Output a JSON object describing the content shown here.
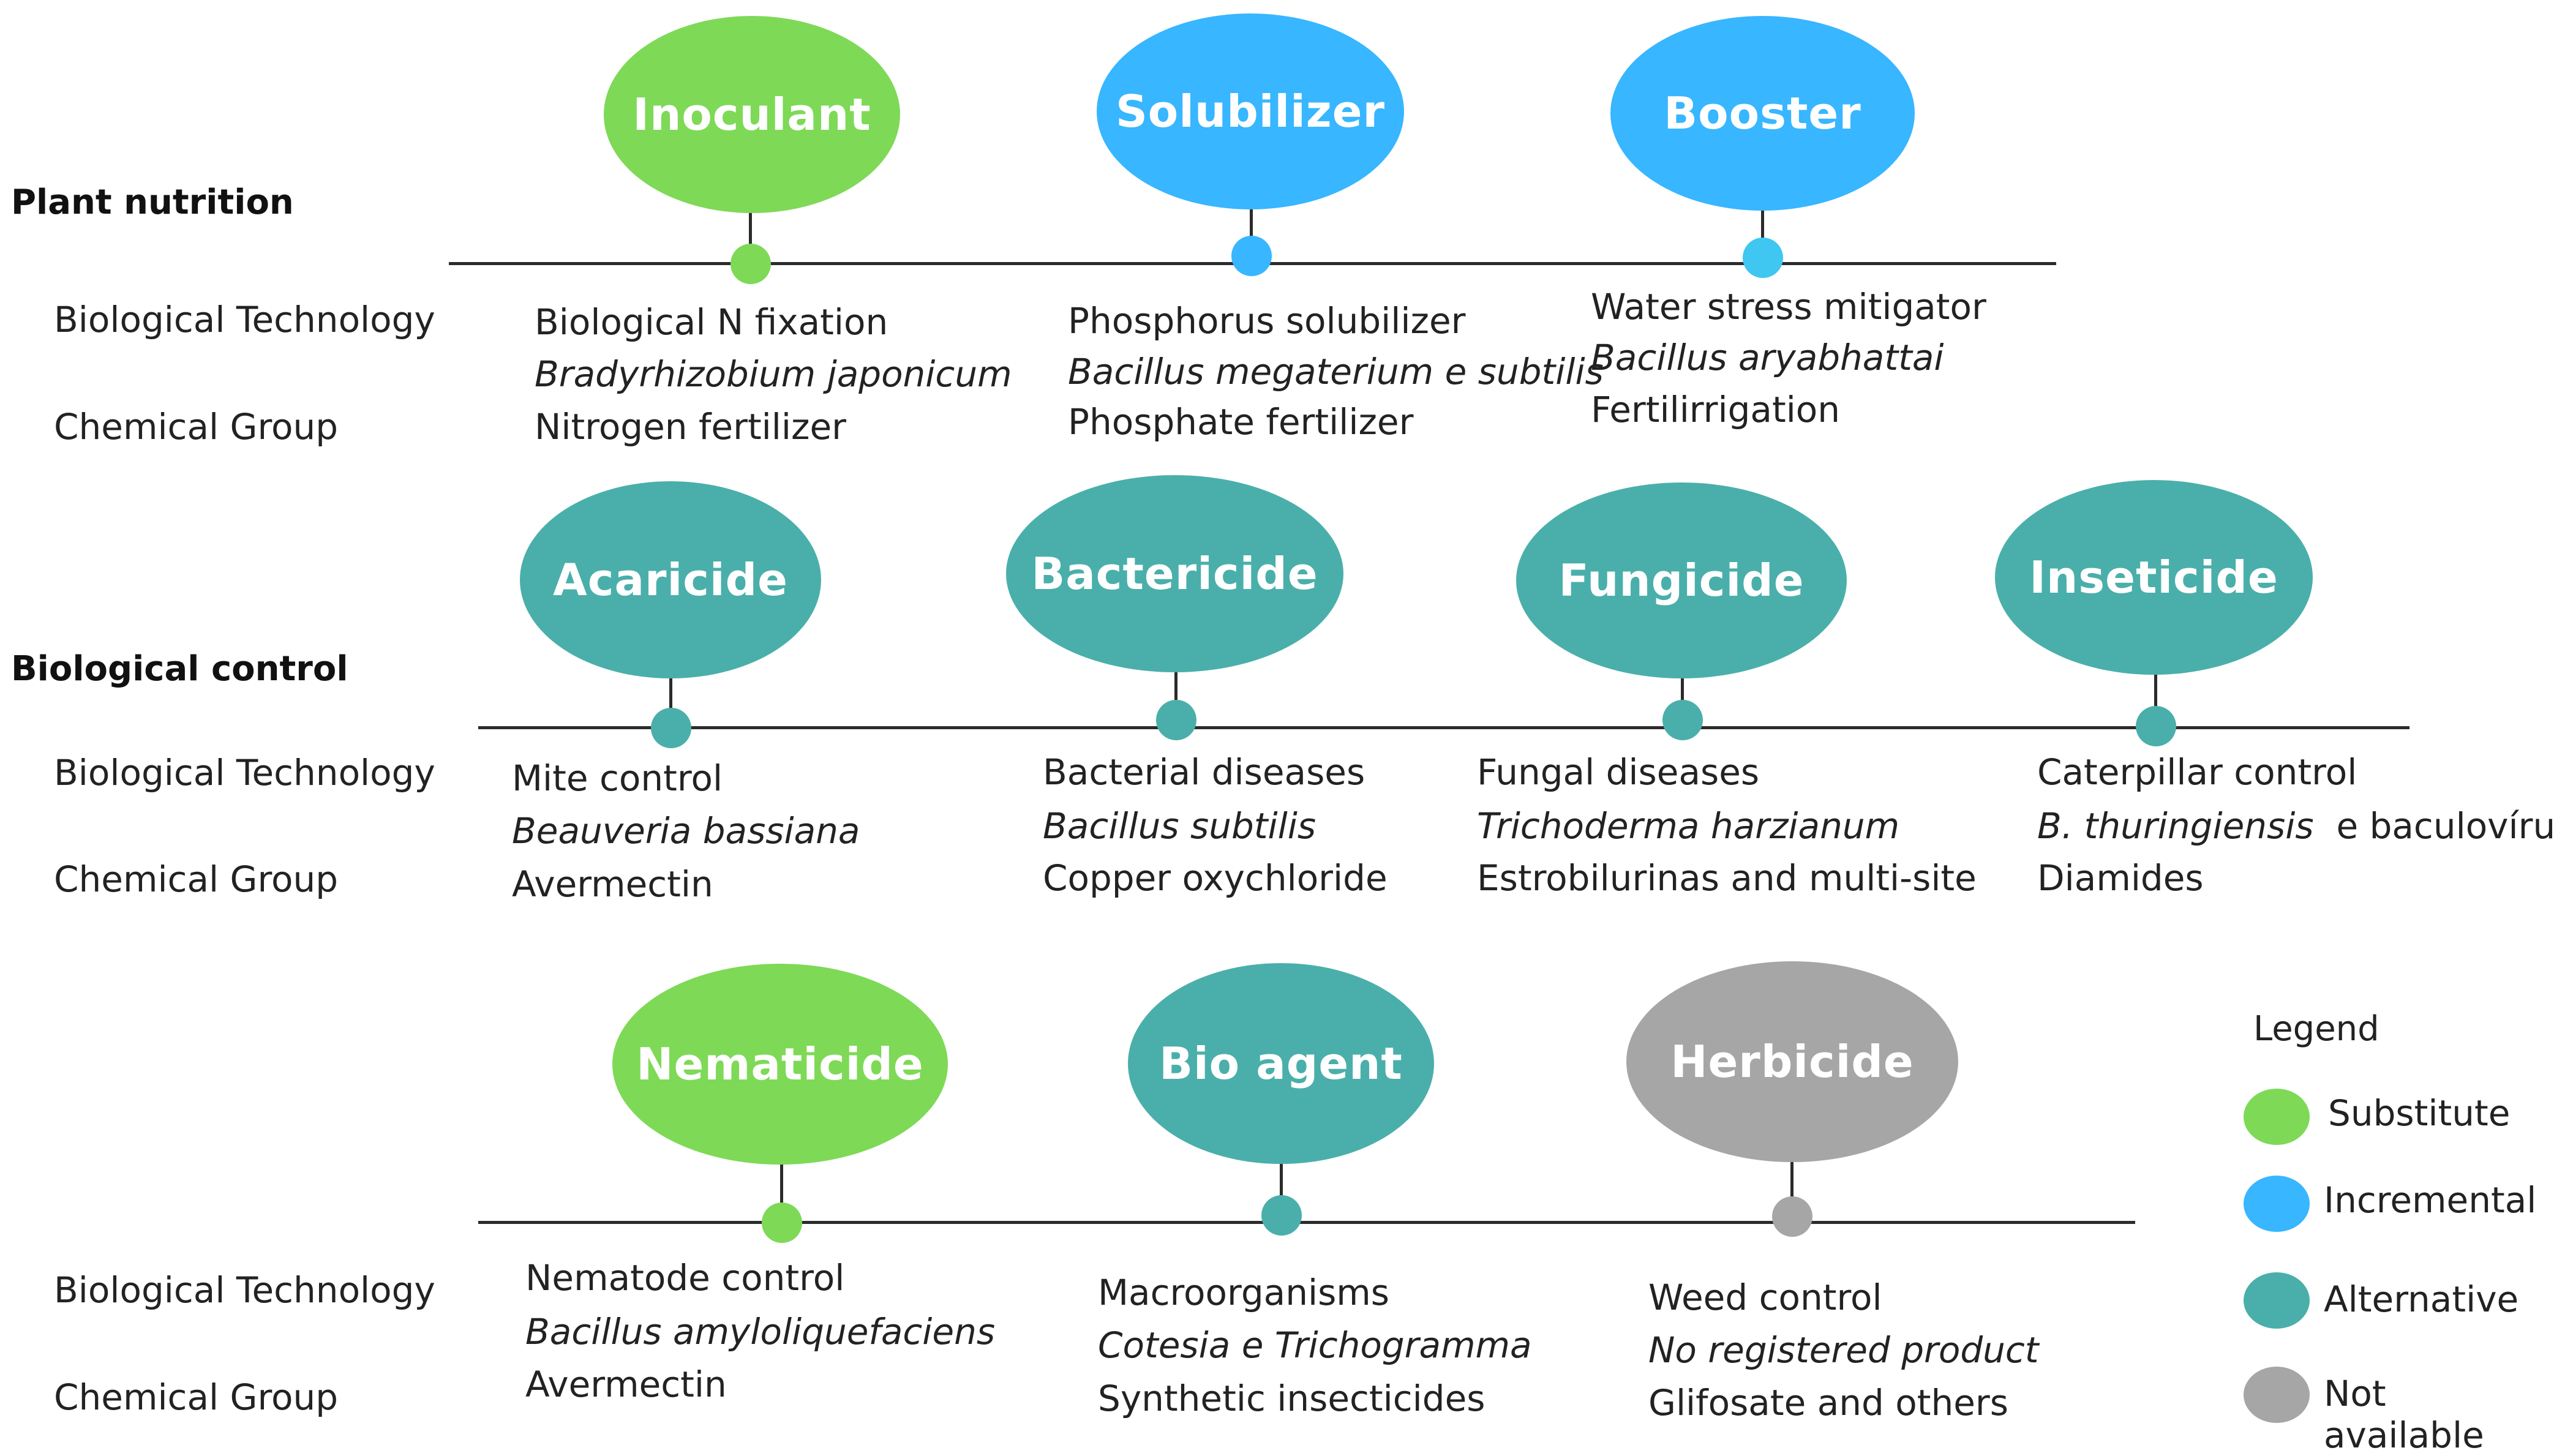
{
  "colors": {
    "substitute": "#7ed957",
    "incremental": "#38b6ff",
    "alternative": "#4aafaa",
    "not_available": "#a6a6a6",
    "booster_dot": "#3fc7f2"
  },
  "sections": {
    "plant_nutrition": "Plant nutrition",
    "biological_control": "Biological control"
  },
  "row_labels": {
    "bio_tech": "Biological Technology",
    "chem_group": "Chemical Group"
  },
  "nodes": {
    "inoculant": {
      "label": "Inoculant",
      "type": "substitute",
      "line1": "Biological N fixation",
      "line2": "Bradyrhizobium japonicum",
      "line3": "Nitrogen fertilizer"
    },
    "solubilizer": {
      "label": "Solubilizer",
      "type": "incremental",
      "line1": "Phosphorus solubilizer",
      "line2": "Bacillus megaterium e subtilis",
      "line3": "Phosphate fertilizer"
    },
    "booster": {
      "label": "Booster",
      "type": "incremental",
      "line1": "Water stress mitigator",
      "line2": "Bacillus aryabhattai",
      "line3": "Fertilirrigation"
    },
    "acaricide": {
      "label": "Acaricide",
      "type": "alternative",
      "line1": "Mite control",
      "line2": "Beauveria bassiana",
      "line3": "Avermectin"
    },
    "bactericide": {
      "label": "Bactericide",
      "type": "alternative",
      "line1": "Bacterial diseases",
      "line2": "Bacillus subtilis",
      "line3": "Copper oxychloride"
    },
    "fungicide": {
      "label": "Fungicide",
      "type": "alternative",
      "line1": "Fungal diseases",
      "line2": "Trichoderma harzianum",
      "line3": "Estrobilurinas and multi-site"
    },
    "inseticide": {
      "label": "Inseticide",
      "type": "alternative",
      "line1": "Caterpillar control",
      "line2_italic": "B. thuringiensis",
      "line2_rest": "e baculovírus",
      "line3": "Diamides"
    },
    "nematicide": {
      "label": "Nematicide",
      "type": "substitute",
      "line1": "Nematode control",
      "line2": "Bacillus amyloliquefaciens",
      "line3": "Avermectin"
    },
    "bioagent": {
      "label": "Bio agent",
      "type": "alternative",
      "line1": "Macroorganisms",
      "line2": "Cotesia e Trichogramma",
      "line3": "Synthetic insecticides"
    },
    "herbicide": {
      "label": "Herbicide",
      "type": "not_available",
      "line1": "Weed control",
      "line2": "No registered product",
      "line3": "Glifosate and others"
    }
  },
  "legend": {
    "title": "Legend",
    "items": [
      "Substitute",
      "Incremental",
      "Alternative",
      "Not available"
    ]
  }
}
